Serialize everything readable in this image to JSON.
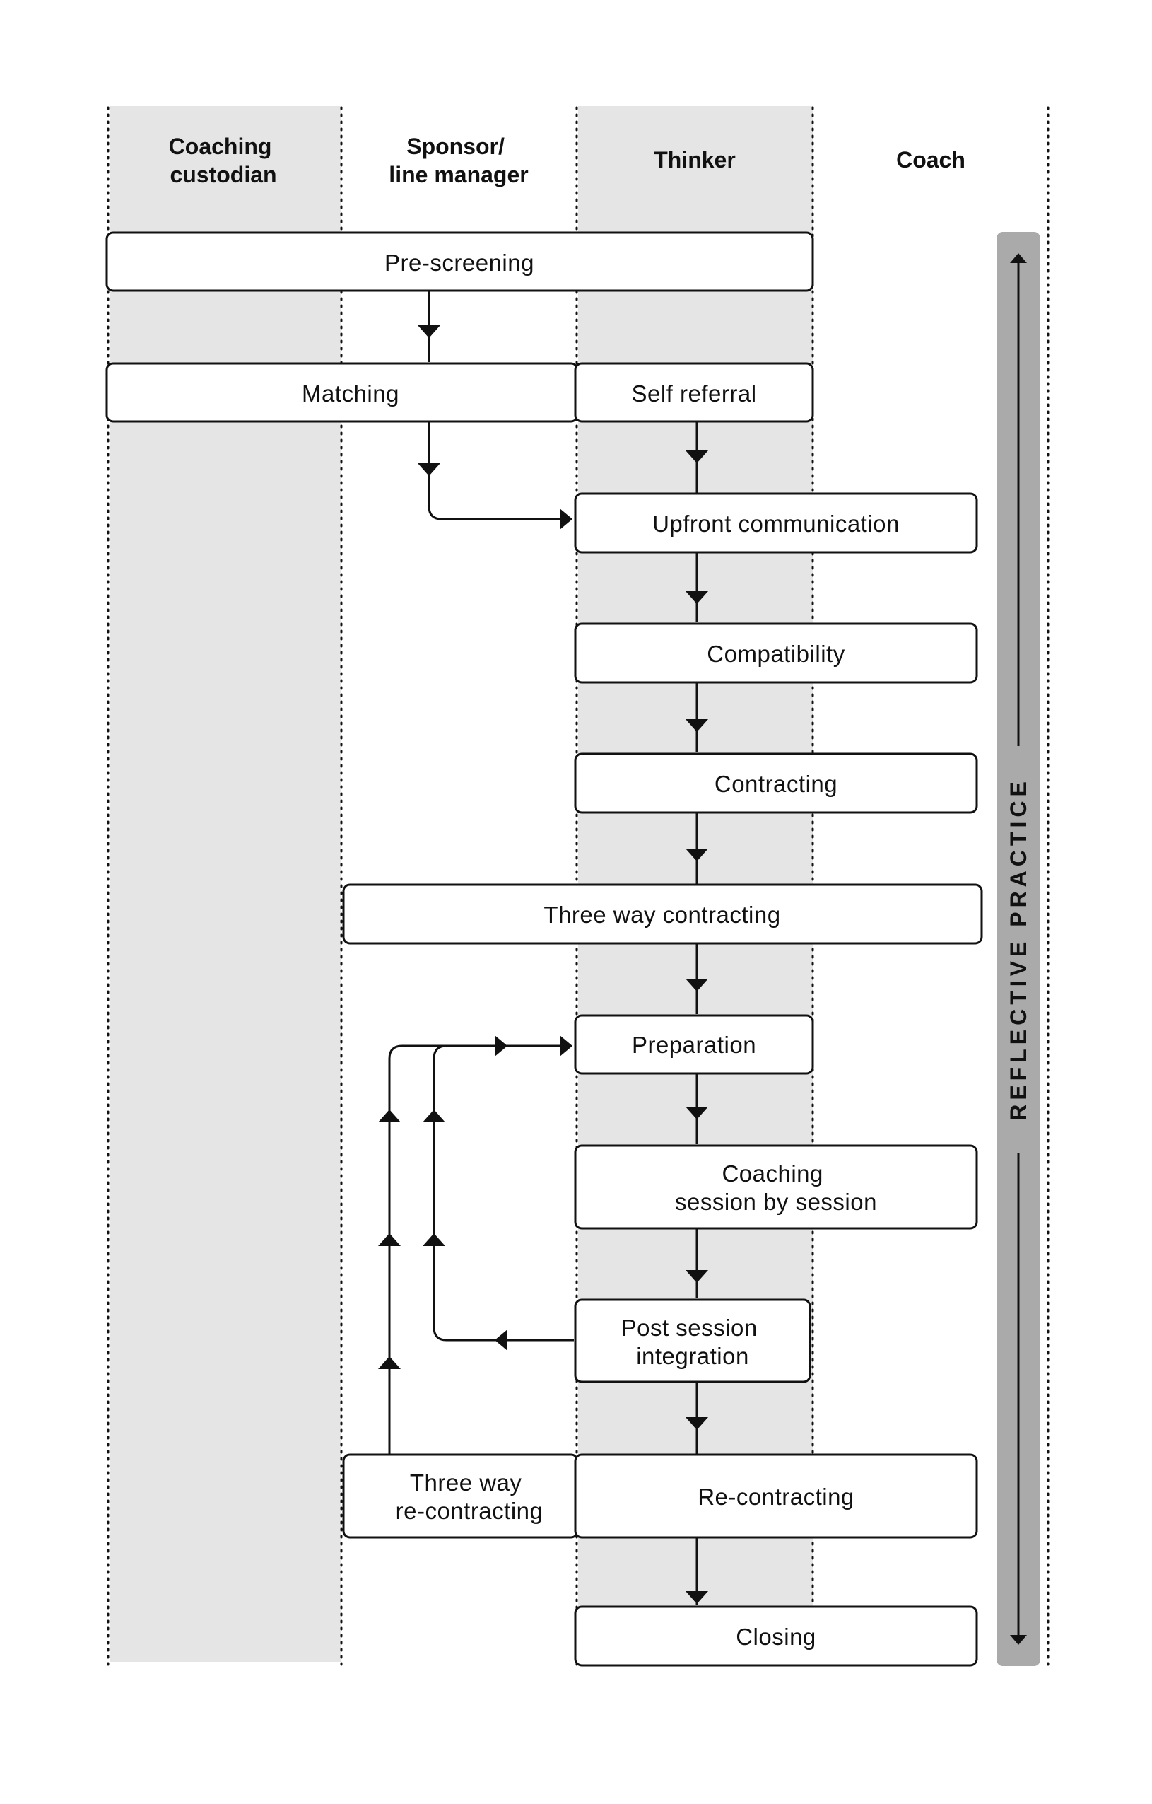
{
  "lanes": [
    {
      "label_lines": [
        "Coaching",
        "custodian"
      ]
    },
    {
      "label_lines": [
        "Sponsor/",
        "line manager"
      ]
    },
    {
      "label_lines": [
        "Thinker"
      ]
    },
    {
      "label_lines": [
        "Coach"
      ]
    }
  ],
  "steps": {
    "pre_screening": "Pre-screening",
    "matching": "Matching",
    "self_referral": "Self referral",
    "upfront_communication": "Upfront communication",
    "compatibility": "Compatibility",
    "contracting": "Contracting",
    "three_way_contracting": "Three way contracting",
    "preparation": "Preparation",
    "coaching_session": [
      "Coaching",
      "session by session"
    ],
    "post_session": [
      "Post session",
      "integration"
    ],
    "three_way_recontracting": [
      "Three way",
      "re-contracting"
    ],
    "recontracting": "Re-contracting",
    "closing": "Closing"
  },
  "side_label": "REFLECTIVE PRACTICE",
  "colors": {
    "lane_shade": "#e5e5e5",
    "side_bar": "#aaaaaa",
    "ink": "#111111"
  }
}
